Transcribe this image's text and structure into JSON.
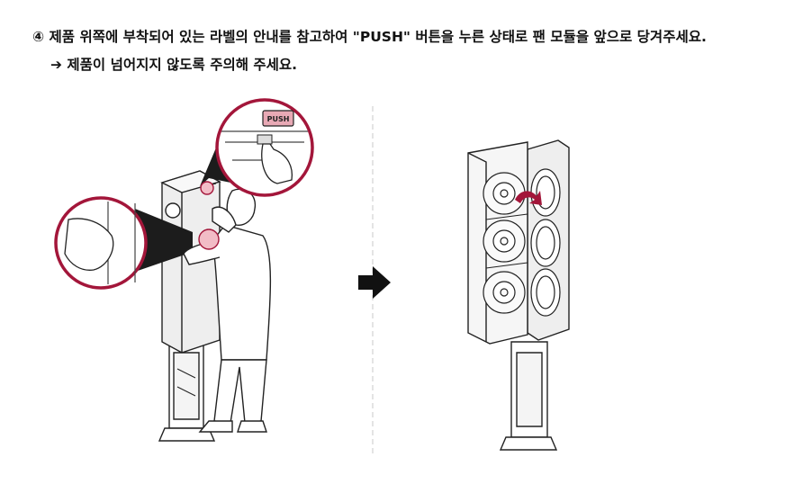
{
  "instruction": {
    "step_marker": "④",
    "main_text": "제품 위쪽에 부착되어 있는 라벨의 안내를 참고하여 \"PUSH\" 버튼을 누른 상태로 팬 모듈을 앞으로 당겨주세요.",
    "note_arrow": "➔",
    "note_text": "제품이 넘어지지 않도록 주의해 주세요."
  },
  "illustration": {
    "callout_label": "PUSH",
    "accent_color": "#a3163a",
    "label_fill": "#e8a9b5",
    "highlight_fill": "#f2bcc6"
  }
}
